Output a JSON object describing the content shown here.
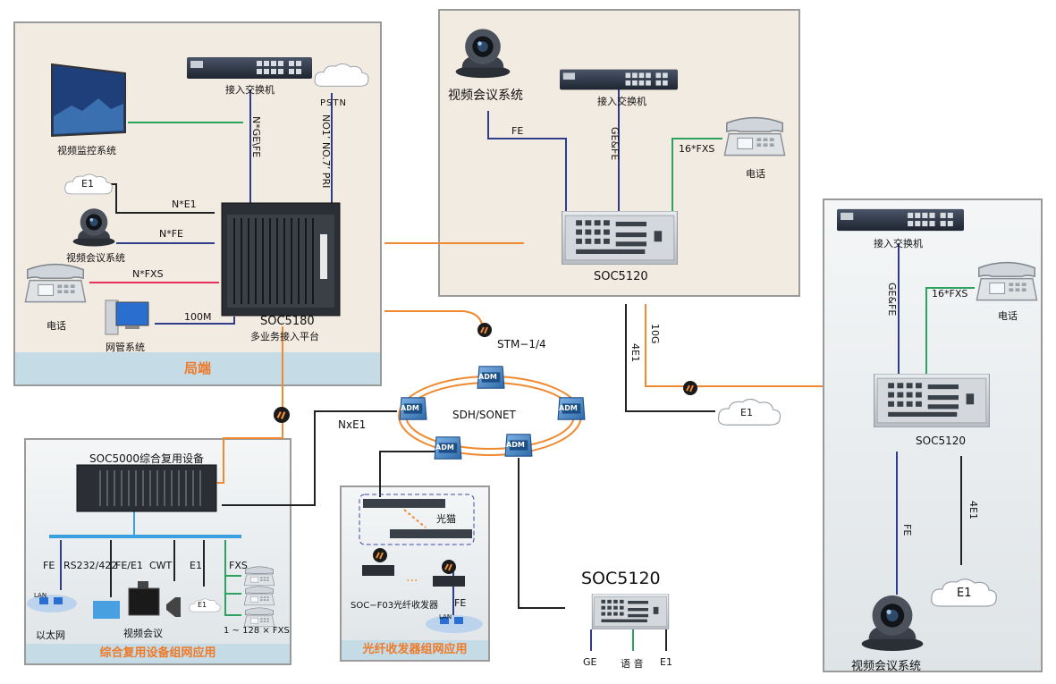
{
  "colors": {
    "orange": "#f08a30",
    "blue": "#303c8c",
    "green": "#2ca25f",
    "black": "#222222",
    "red": "#e8305c",
    "ring": "#f08a30",
    "adm": "#4a86c5",
    "bus": "#3aa0e0"
  },
  "central_office": {
    "caption": "局端",
    "monitor_label": "视频监控系统",
    "switch_label": "接入交换机",
    "e1_cloud": "E1",
    "video_label": "视频会议系统",
    "phone_label": "电话",
    "nms_label": "网管系统",
    "link_ne1": "N*E1",
    "link_nfe": "N*FE",
    "link_nfxs": "N*FXS",
    "link_100m": "100M",
    "link_ngefe": "N*GE\\FE",
    "pstn": "PSTN",
    "pstn_protocol": "NO1’ NO.7’ PRI",
    "soc5180_name": "SOC5180",
    "soc5180_desc": "多业务接入平台"
  },
  "top_site": {
    "video_label": "视频会议系统",
    "switch_label": "接入交换机",
    "phone_label": "电话",
    "link_fe": "FE",
    "link_gefe": "GE&FE",
    "link_fxs": "16*FXS",
    "device": "SOC5120"
  },
  "right_site": {
    "switch_label": "接入交换机",
    "link_gefe": "GE&FE",
    "link_fxs": "16*FXS",
    "phone_label": "电话",
    "device": "SOC5120",
    "link_fe": "FE",
    "link_4e1": "4E1",
    "e1_cloud": "E1",
    "video_label": "视频会议系统"
  },
  "ring": {
    "label": "SDH/SONET",
    "adm": "ADM",
    "stm": "STM−1/4",
    "nxe1": "NxE1",
    "link_10g": "10G",
    "link_4e1": "4E1",
    "e1_cloud": "E1"
  },
  "mux": {
    "title": "SOC5000综合复用设备",
    "caption": "综合复用设备组网应用",
    "ports": [
      "FE",
      "RS232/422",
      "FE/E1",
      "CWT",
      "E1",
      "FXS"
    ],
    "lan": "LAN",
    "e1_cloud": "E1",
    "ethernet": "以太网",
    "video": "视频会议",
    "fxs_range": "1 ~ 128 × FXS"
  },
  "fiber": {
    "modem": "光猫",
    "transceiver": "SOC−F03光纤收发器",
    "dots": "···",
    "fe": "FE",
    "lan": "LAN",
    "caption": "光纤收发器组网应用"
  },
  "bottom_device": {
    "name": "SOC5120",
    "ge": "GE",
    "voice": "语 音",
    "e1": "E1"
  }
}
